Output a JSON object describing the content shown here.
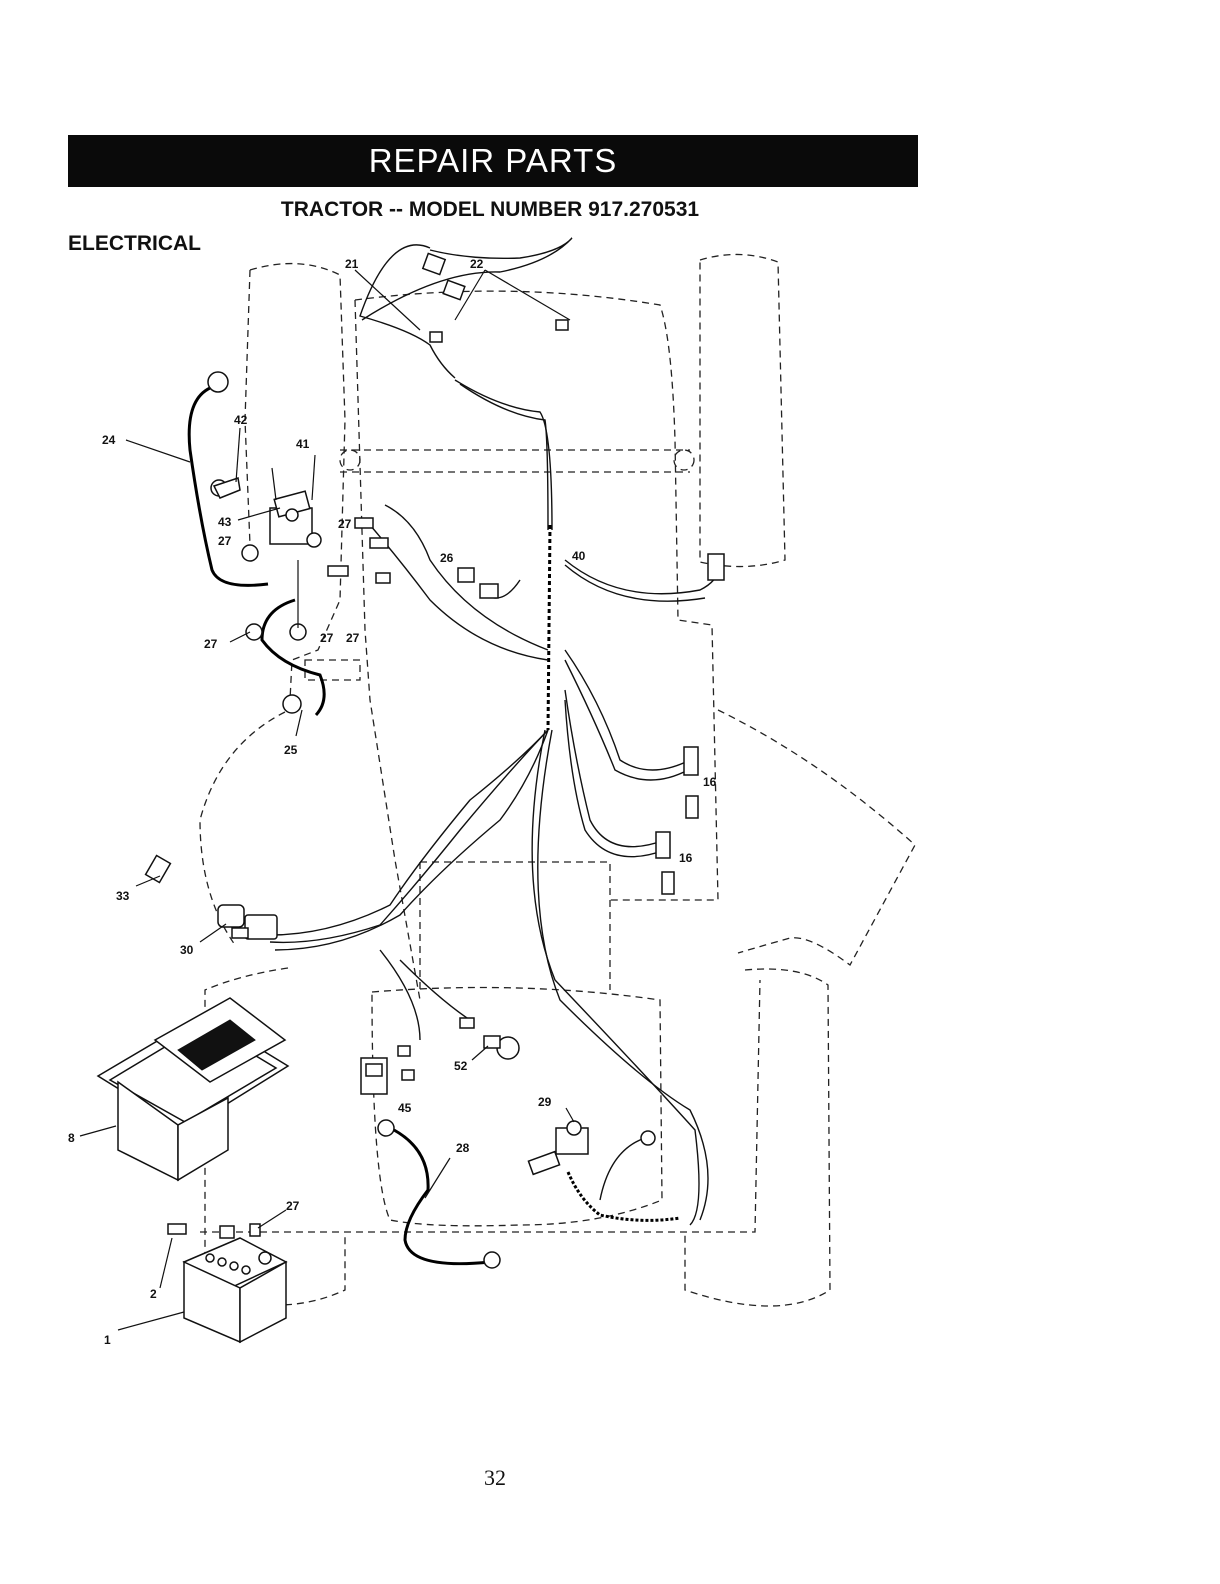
{
  "header": {
    "banner": "REPAIR PARTS",
    "subtitle": "TRACTOR -- MODEL NUMBER 917.270531",
    "section": "ELECTRICAL"
  },
  "callouts": [
    "21",
    "22",
    "24",
    "42",
    "41",
    "43",
    "27",
    "27",
    "27",
    "27",
    "27",
    "26",
    "40",
    "25",
    "16",
    "16",
    "33",
    "30",
    "8",
    "52",
    "45",
    "29",
    "28",
    "27",
    "2",
    "1"
  ],
  "footer": {
    "page_number": "32"
  }
}
